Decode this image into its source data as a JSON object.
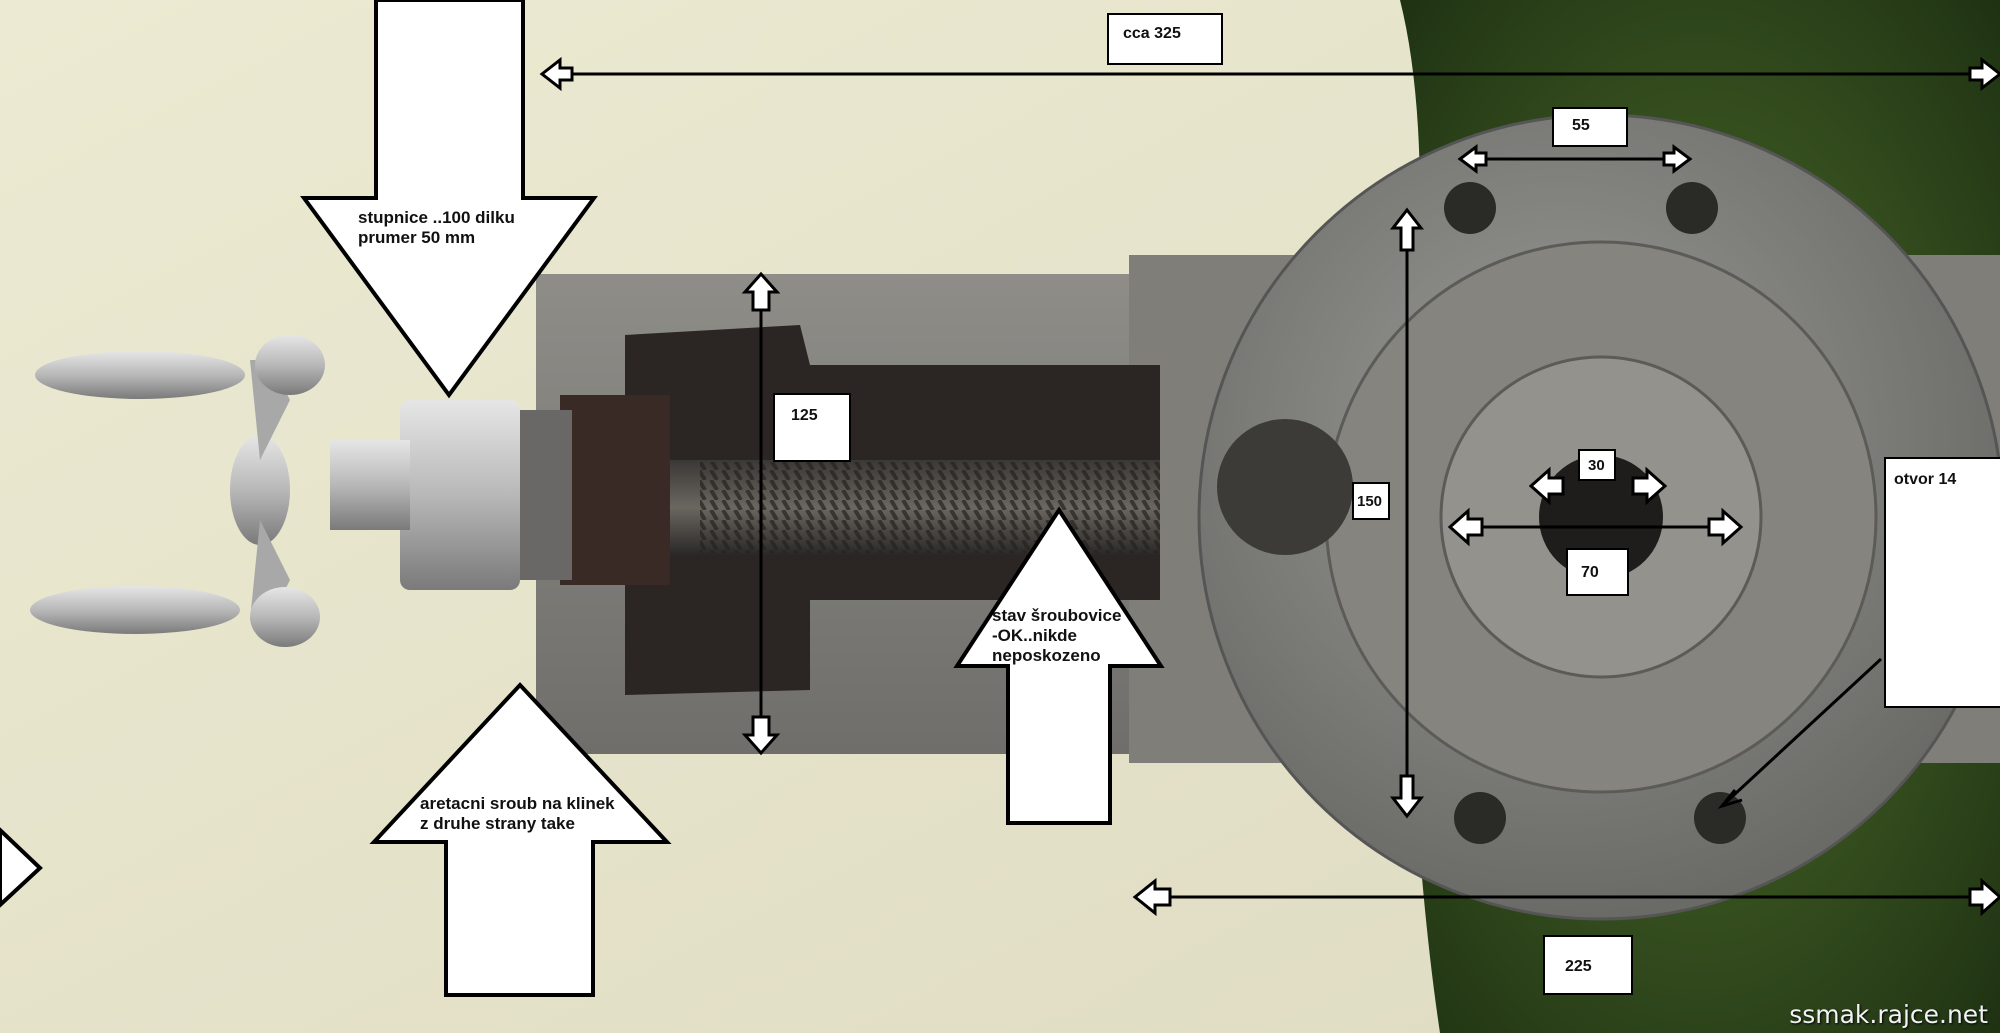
{
  "annotations": {
    "scale_note": [
      "stupnice ..100 dilku",
      "prumer 50 mm"
    ],
    "locking_screw_note": [
      "aretacni sroub na klinek",
      "z druhe strany take"
    ],
    "screw_condition_note": [
      "stav šroubovice",
      "-OK..nikde",
      "neposkozeno"
    ],
    "overall_length": "cca 325",
    "hole_spacing": "55",
    "height_jaw": "125",
    "height_flange": "150",
    "center_bore": "30",
    "center_boss": "70",
    "hole_note": "otvor 14",
    "base_length": "225"
  },
  "watermark": "ssmak.rajce.net",
  "colors": {
    "annotation_fill": "#ffffff",
    "annotation_stroke": "#000000",
    "cloth": "#e9e6cf",
    "grass": "#2f4a1e",
    "metal": "#8a8a86"
  }
}
